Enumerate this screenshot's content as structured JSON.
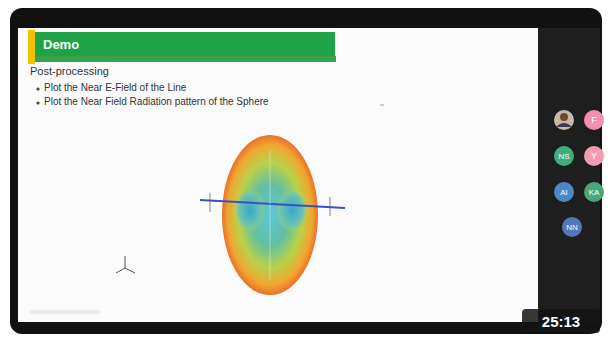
{
  "diagram": {
    "nodes": [
      {
        "text": [
          "Demo"
        ]
      },
      {
        "text": [
          "F"
        ]
      },
      {
        "text": [
          "NS"
        ]
      },
      {
        "text": [
          "Y"
        ]
      },
      {
        "text": [
          "AI"
        ]
      },
      {
        "text": [
          "KA"
        ]
      },
      {
        "text": [
          "NN"
        ]
      },
      {
        "text": [
          "25:13"
        ]
      }
    ],
    "labels": [
      "Post-processing",
      "Plot the Near E-Field of the Line",
      "Plot the Near Field Radiation pattern of the Sphere"
    ]
  }
}
